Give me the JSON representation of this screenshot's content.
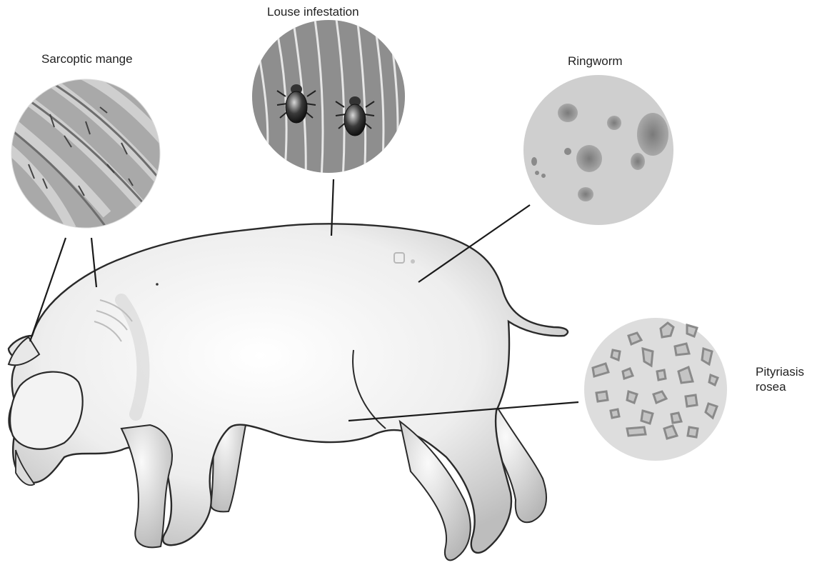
{
  "labels": {
    "sarcoptic_mange": "Sarcoptic mange",
    "louse_infestation": "Louse infestation",
    "ringworm": "Ringworm",
    "pityriasis_rosea_line1": "Pityriasis",
    "pityriasis_rosea_line2": "rosea"
  },
  "colors": {
    "outline": "#2a2a2a",
    "pig_fill_light": "#fbfbfb",
    "pig_fill_shade": "#c9c9c9",
    "leader_line": "#1a1a1a",
    "sarcoptic_bg": "#a9a9a9",
    "louse_bg": "#8e8e8e",
    "ringworm_bg": "#cfcfcf",
    "ringworm_lesion": "#8f8f8f",
    "pityriasis_bg": "#dddddd",
    "pityriasis_lesion": "#9a9a9a"
  }
}
